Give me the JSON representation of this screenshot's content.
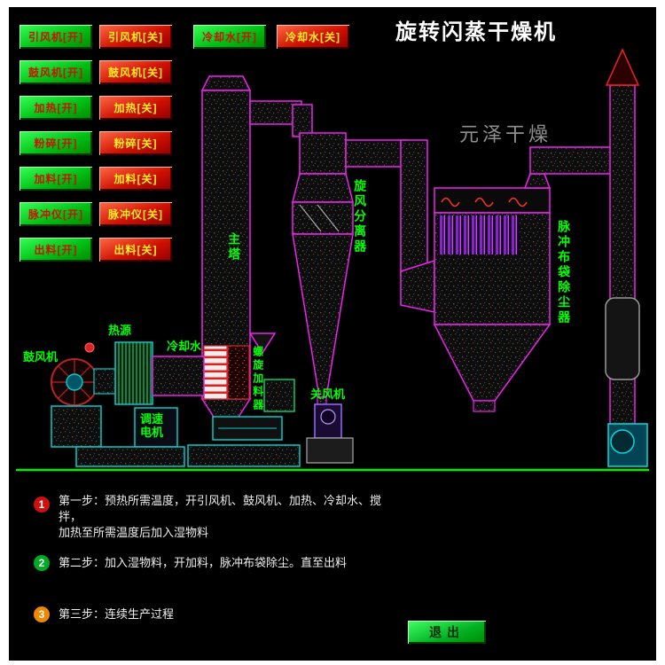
{
  "title": "旋转闪蒸干燥机",
  "watermark": "元泽干燥",
  "buttons": {
    "on": [
      "引风机[开]",
      "鼓风机[开]",
      "加热[开]",
      "粉碎[开]",
      "加料[开]",
      "脉冲仪[开]",
      "出料[开]"
    ],
    "off": [
      "引风机[关]",
      "鼓风机[关]",
      "加热[关]",
      "粉碎[关]",
      "加料[关]",
      "脉冲仪[关]",
      "出料[关]"
    ],
    "cooling_on": "冷却水[开]",
    "cooling_off": "冷却水[关]",
    "exit": "退出"
  },
  "labels": {
    "main_tower": "主塔",
    "cyclone": "旋风分离器",
    "bag_filter": "脉冲布袋除尘器",
    "blower": "鼓风机",
    "heat_source": "热源",
    "cooling_water": "冷却水",
    "speed_motor": "调速电机",
    "screw_feeder": "螺旋加料器",
    "rotary_valve": "关风机"
  },
  "steps": [
    {
      "num": "1",
      "line1": "第一步：预热所需温度，开引风机、鼓风机、加热、冷却水、搅",
      "line2": "拌，",
      "line3": "加热至所需温度后加入湿物料"
    },
    {
      "num": "2",
      "line1": "第二步：加入湿物料，开加料，脉冲布袋除尘。直至出料",
      "line2": "",
      "line3": ""
    },
    {
      "num": "3",
      "line1": "第三步：连续生产过程",
      "line2": "",
      "line3": ""
    }
  ],
  "colors": {
    "on_button": "#00c014",
    "off_button": "#d01000",
    "pipe_outline": "#ee22ee",
    "label_green": "#00ff00"
  }
}
